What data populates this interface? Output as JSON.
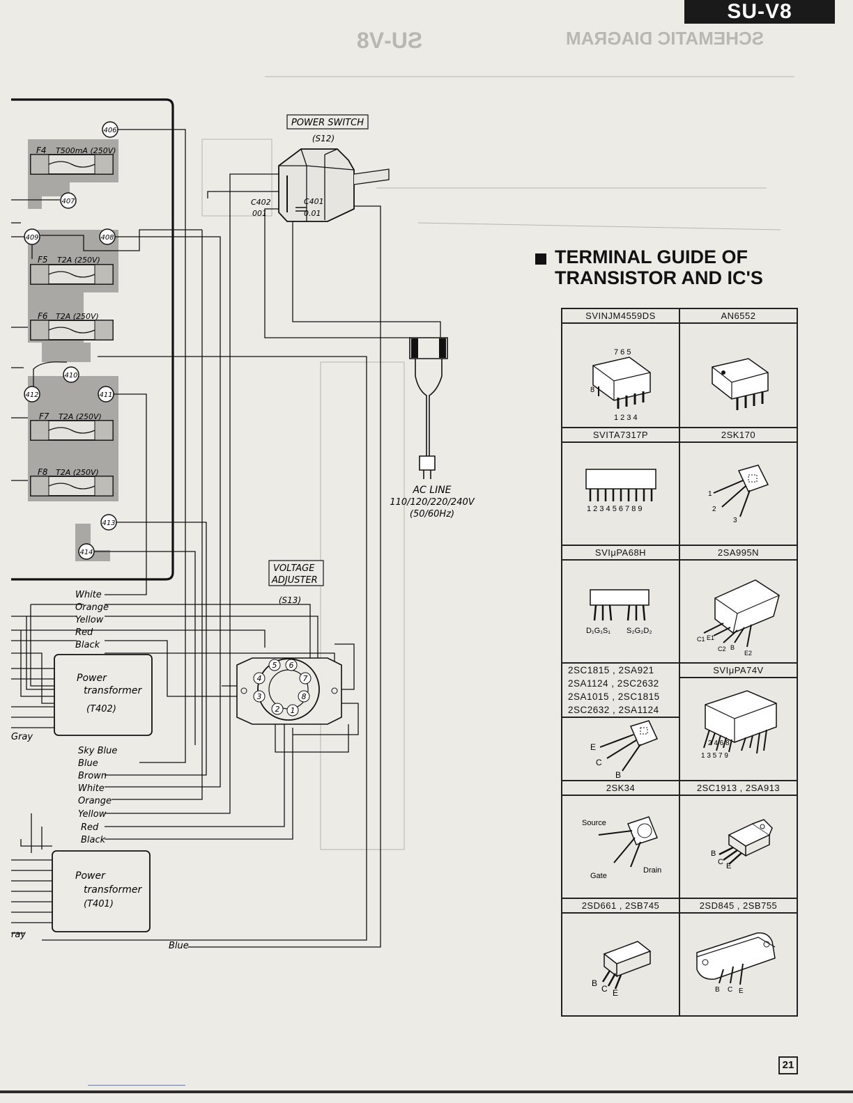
{
  "header": {
    "model": "SU-V8",
    "ghost_schematic_title": "SCHEMATIC DIAGRAM",
    "ghost_model": "SU-V8"
  },
  "schematic": {
    "fuses": [
      {
        "id": "F4",
        "rating": "T500mA (250V)"
      },
      {
        "id": "F5",
        "rating": "T2A (250V)"
      },
      {
        "id": "F6",
        "rating": "T2A (250V)"
      },
      {
        "id": "F7",
        "rating": "T2A (250V)"
      },
      {
        "id": "F8",
        "rating": "T2A (250V)"
      }
    ],
    "terminals": [
      "406",
      "407",
      "409",
      "408",
      "410",
      "412",
      "411",
      "413",
      "414"
    ],
    "power_switch": {
      "label": "POWER SWITCH",
      "ref": "(S12)"
    },
    "capacitors": [
      {
        "ref": "C402",
        "value": "001"
      },
      {
        "ref": "C401",
        "value": "0.01"
      }
    ],
    "ac_line": {
      "line1": "AC LINE",
      "line2": "110/120/220/240V",
      "line3": "(50/60Hz)"
    },
    "voltage_adjuster": {
      "line1": "VOLTAGE",
      "line2": "ADJUSTER",
      "ref": "(S13)"
    },
    "selector_pins": [
      "1",
      "2",
      "3",
      "4",
      "5",
      "6",
      "7",
      "8"
    ],
    "wires_t402": [
      "White",
      "Orange",
      "Yellow",
      "Red",
      "Black"
    ],
    "wires_t401": [
      "Sky Blue",
      "Blue",
      "Brown",
      "White",
      "Orange",
      "Yellow",
      "Red",
      "Black"
    ],
    "wire_gray_1": "Gray",
    "wire_gray_2": "ray",
    "wire_blue_bottom": "Blue",
    "transformer_t402": {
      "line1": "Power",
      "line2": "transformer",
      "ref": "(T402)"
    },
    "transformer_t401": {
      "line1": "Power",
      "line2": "transformer",
      "ref": "(T401)"
    }
  },
  "terminal_guide": {
    "title_line1": "TERMINAL GUIDE OF",
    "title_line2": "TRANSISTOR AND IC'S",
    "cells": {
      "c1": {
        "label": "SVINJM4559DS",
        "pins_top": "7 6 5",
        "pin_left": "8",
        "pins_bottom": "1 2 3 4"
      },
      "c2": {
        "label": "AN6552"
      },
      "c3": {
        "label": "SVITA7317P",
        "pins": "1 2 3 4 5 6 7 8 9"
      },
      "c4": {
        "label": "2SK170",
        "p1": "1",
        "p2": "2",
        "p3": "3"
      },
      "c5": {
        "label": "SVIμPA68H",
        "pins_left": "D₁G₁S₁",
        "pins_right": "S₂G₂D₂"
      },
      "c6": {
        "label": "2SA995N",
        "p_c1": "C1",
        "p_e1": "E1",
        "p_c2": "C2",
        "p_b": "B",
        "p_e2": "E2"
      },
      "c7": {
        "lines": [
          "2SC1815  ,  2SA921",
          "2SA1124  ,  2SC2632",
          "2SA1015  ,  2SC1815",
          "2SC2632  ,  2SA1124"
        ],
        "p_e": "E",
        "p_c": "C",
        "p_b": "B"
      },
      "c8": {
        "label": "SVIμPA74V",
        "pins_top": "2  4  6  8",
        "pins_bottom": "1  3  5  7  9"
      },
      "c9": {
        "label": "2SK34",
        "source": "Source",
        "drain": "Drain",
        "gate": "Gate"
      },
      "c10": {
        "label": "2SC1913  ,  2SA913",
        "p_b": "B",
        "p_c": "C",
        "p_e": "E"
      },
      "c11": {
        "label": "2SD661  ,  2SB745",
        "p_b": "B",
        "p_c": "C",
        "p_e": "E"
      },
      "c12": {
        "label": "2SD845  ,  2SB755",
        "p_b": "B",
        "p_c": "C",
        "p_e": "E"
      }
    }
  },
  "footer": {
    "page_number": "21"
  }
}
